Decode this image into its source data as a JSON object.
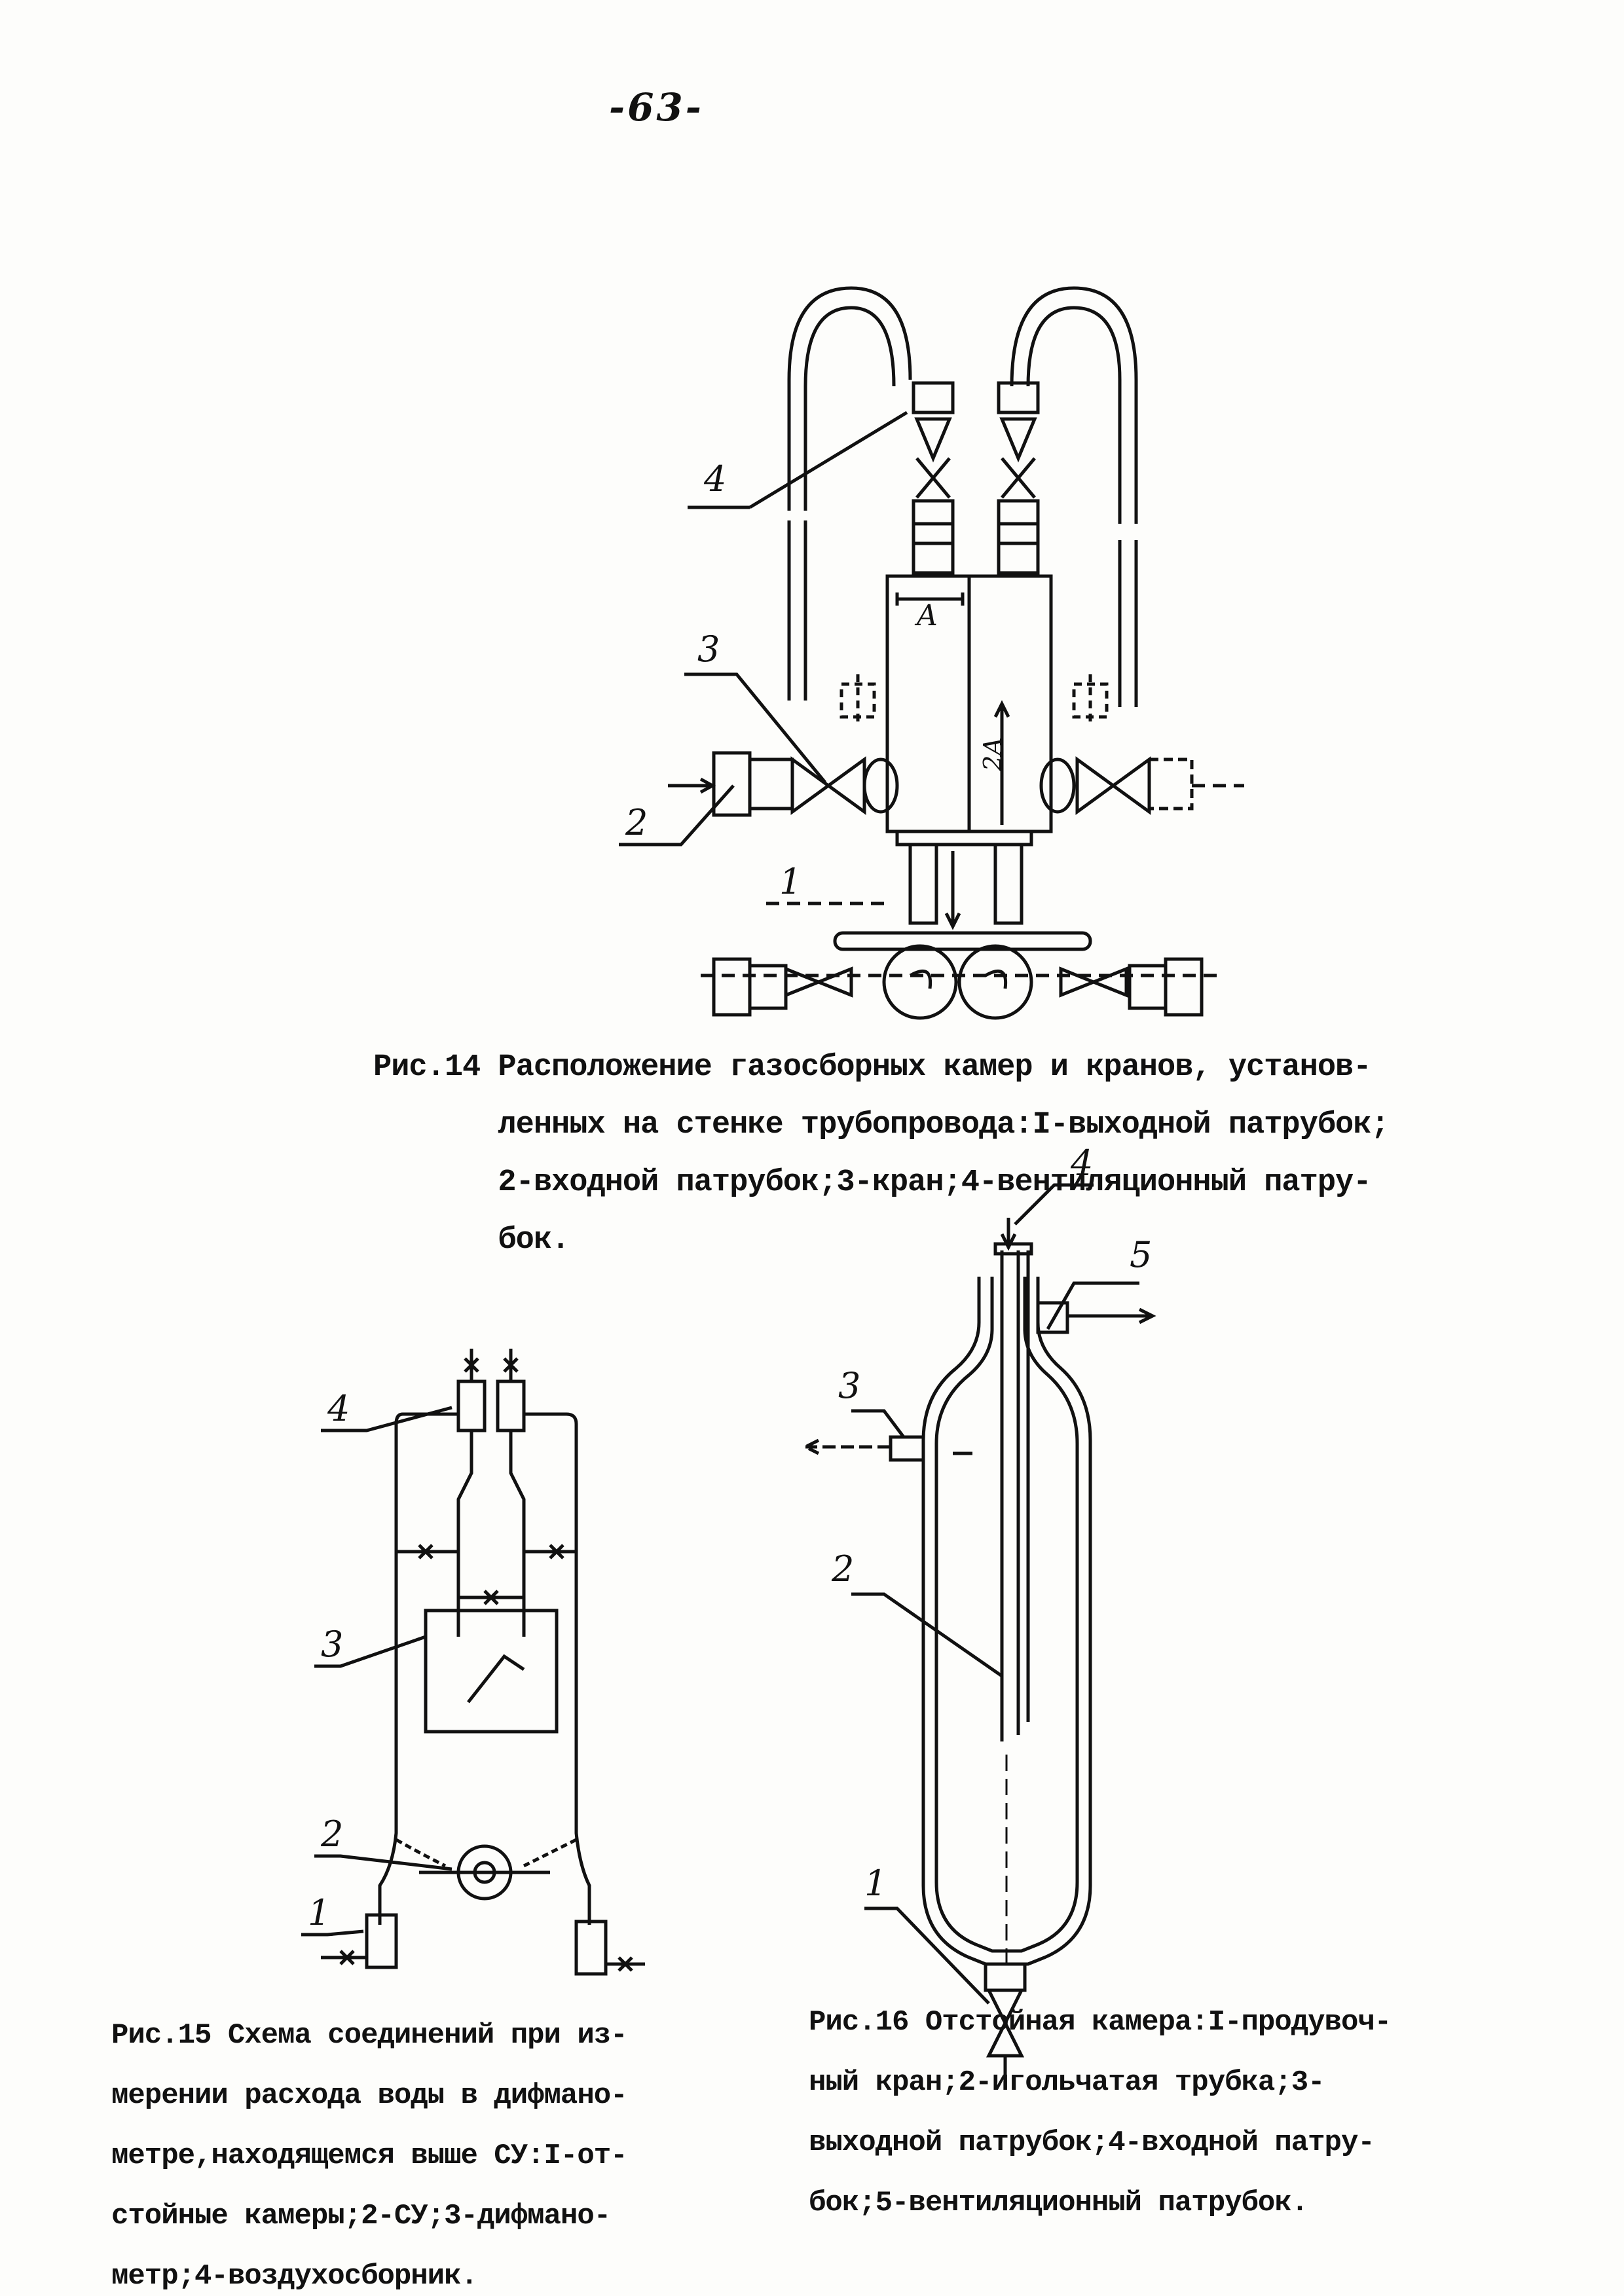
{
  "page_number": "-63-",
  "figures": [
    {
      "id": "fig14",
      "caption_lines": [
        "Рис.14 Расположение газосборных камер и кранов, установ-",
        "       ленных на стенке трубопровода:I-выходной патрубок;",
        "       2-входной патрубок;3-кран;4-вентиляционный патру-",
        "       бок."
      ],
      "labels": [
        "4",
        "3",
        "2",
        "1",
        "A",
        "2A"
      ]
    },
    {
      "id": "fig15",
      "caption_lines": [
        "Рис.15 Схема соединений при из-",
        "мерении расхода воды в дифмано-",
        "метре,находящемся выше СУ:I-от-",
        "стойные камеры;2-СУ;3-дифмано-",
        "метр;4-воздухосборник."
      ],
      "labels": [
        "4",
        "3",
        "2",
        "1"
      ]
    },
    {
      "id": "fig16",
      "caption_lines": [
        "Рис.16 Отстойная камера:I-продувоч-",
        "ный кран;2-игольчатая трубка;3-",
        "выходной патрубок;4-входной патру-",
        "бок;5-вентиляционный патрубок."
      ],
      "labels": [
        "4",
        "5",
        "3",
        "2",
        "1"
      ]
    }
  ]
}
